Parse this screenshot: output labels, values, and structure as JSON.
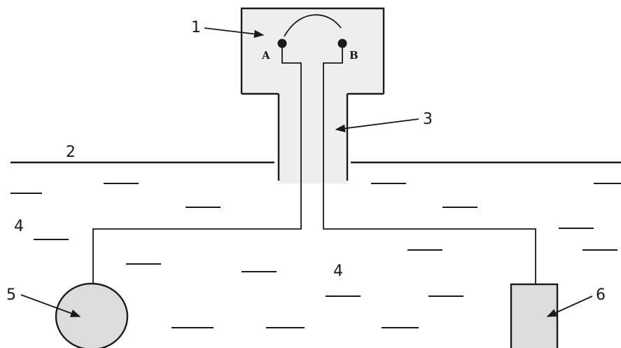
{
  "colors": {
    "stroke": "#1a1a1a",
    "housing_fill": "#eeeeee",
    "part_fill": "#dcdcdc",
    "background": "#ffffff"
  },
  "labels": {
    "n1": "1",
    "n2": "2",
    "n3": "3",
    "n4_left": "4",
    "n4_center": "4",
    "n5": "5",
    "n6": "6",
    "point_a": "A",
    "point_b": "B"
  }
}
